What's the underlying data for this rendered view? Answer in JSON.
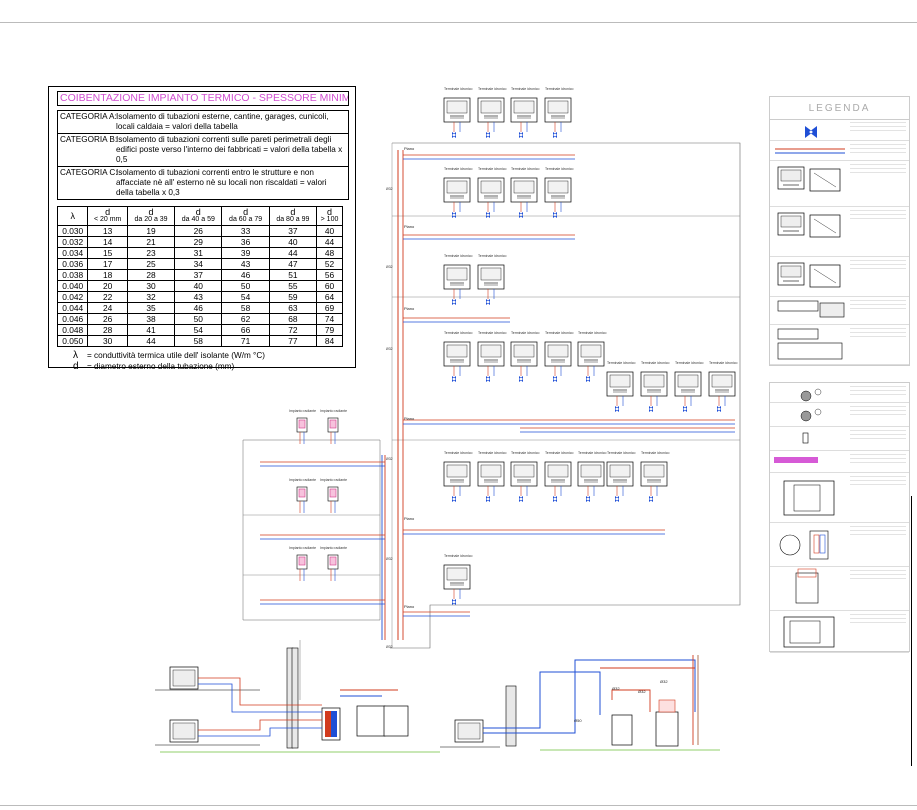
{
  "insulation_table": {
    "title": "COIBENTAZIONE IMPIANTO TERMICO - SPESSORE MINIMO",
    "categories": [
      {
        "key": "CATEGORIA A:",
        "text": "Isolamento di tubazioni esterne, cantine, garages, cunicoli, locali caldaia = valori della tabella"
      },
      {
        "key": "CATEGORIA B:",
        "text": "Isolamento di tubazioni correnti sulle pareti perimetrali degli edifici poste verso l'interno dei fabbricati = valori della tabella x 0,5"
      },
      {
        "key": "CATEGORIA C:",
        "text": "Isolamento di tubazioni correnti entro le strutture e non affacciate nè all' esterno nè su locali non riscaldati = valori della tabella x 0,3"
      }
    ],
    "lambda_header": "λ",
    "columns": [
      {
        "d": "d",
        "range": "< 20 mm"
      },
      {
        "d": "d",
        "range": "da 20 a 39"
      },
      {
        "d": "d",
        "range": "da 40 a 59"
      },
      {
        "d": "d",
        "range": "da 60 a 79"
      },
      {
        "d": "d",
        "range": "da 80 a 99"
      },
      {
        "d": "d",
        "range": "> 100"
      }
    ],
    "rows": [
      [
        "0.030",
        "13",
        "19",
        "26",
        "33",
        "37",
        "40"
      ],
      [
        "0.032",
        "14",
        "21",
        "29",
        "36",
        "40",
        "44"
      ],
      [
        "0.034",
        "15",
        "23",
        "31",
        "39",
        "44",
        "48"
      ],
      [
        "0.036",
        "17",
        "25",
        "34",
        "43",
        "47",
        "52"
      ],
      [
        "0.038",
        "18",
        "28",
        "37",
        "46",
        "51",
        "56"
      ],
      [
        "0.040",
        "20",
        "30",
        "40",
        "50",
        "55",
        "60"
      ],
      [
        "0.042",
        "22",
        "32",
        "43",
        "54",
        "59",
        "64"
      ],
      [
        "0.044",
        "24",
        "35",
        "46",
        "58",
        "63",
        "69"
      ],
      [
        "0.046",
        "26",
        "38",
        "50",
        "62",
        "68",
        "74"
      ],
      [
        "0.048",
        "28",
        "41",
        "54",
        "66",
        "72",
        "79"
      ],
      [
        "0.050",
        "30",
        "44",
        "58",
        "71",
        "77",
        "84"
      ]
    ],
    "notes": [
      {
        "sym": "λ",
        "text": "= conduttività termica utile dell' isolante (W/m °C)"
      },
      {
        "sym": "d",
        "text": "= diametro esterno della tubazione (mm)"
      }
    ]
  },
  "legend": {
    "title": "LEGENDA"
  },
  "diagram": {
    "terminal_label": "Terminale idronico",
    "radiator_label": "Impianto radiante",
    "floor_label": "Piano",
    "pipe_labels": [
      "Ø50",
      "Ø32",
      "Ø32",
      "Ø32"
    ]
  },
  "colors": {
    "pipe_supply": "#d23b1e",
    "pipe_return": "#1f4fd6",
    "pipe_green": "#6bbf3a",
    "title_magenta": "#d14fd1",
    "legend_magenta": "#d65ad6"
  }
}
